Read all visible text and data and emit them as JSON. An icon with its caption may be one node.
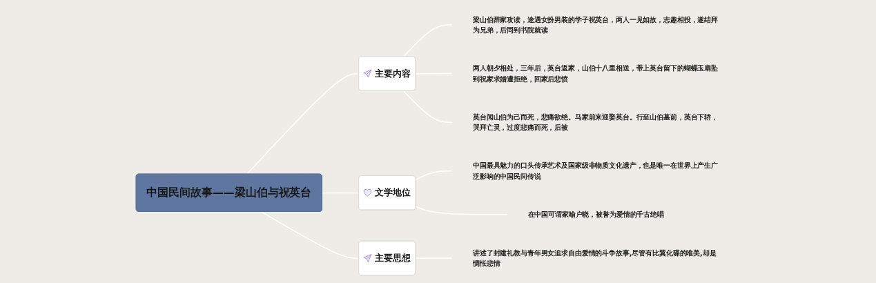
{
  "diagram": {
    "nodes": [
      {
        "text": [
          "中国民间故事——梁山伯与祝英台"
        ]
      },
      {
        "text": [
          "主要内容"
        ]
      },
      {
        "text": [
          "梁山伯辞家攻读，途遇女扮男装的学子祝英台，两人一见如故，志趣相投，遂结拜为兄弟，后同到书院就读"
        ]
      },
      {
        "text": [
          "两人朝夕相处，三年后，英台返家，山伯十八里相送，带上英台留下的蝴蝶玉扇坠到祝家求婚遭拒绝，回家后悲愤"
        ]
      },
      {
        "text": [
          "英台闻山伯为己而死，悲痛欲绝。马家前来迎娶英台。行至山伯墓前，英台下轿，哭拜亡灵，过度悲痛而死，后被"
        ]
      },
      {
        "text": [
          "文学地位"
        ]
      },
      {
        "text": [
          "中国最具魅力的口头传承艺术及国家级非物质文化遗产，也是唯一在世界上产生广泛影响的中国民间传说"
        ]
      },
      {
        "text": [
          "在中国可谓家喻户晓，被誉为爱情的千古绝唱"
        ]
      },
      {
        "text": [
          "主要思想"
        ]
      },
      {
        "text": [
          "讲述了封建礼教与青年男女追求自由爱情的斗争故事,尽管有比翼化碟的唯美,却是惆怅悲情"
        ]
      }
    ],
    "edges": [
      {
        "from": 0,
        "to": 1,
        "arrow": "none"
      },
      {
        "from": 1,
        "to": 2,
        "arrow": "none"
      },
      {
        "from": 1,
        "to": 3,
        "arrow": "none"
      },
      {
        "from": 1,
        "to": 4,
        "arrow": "none"
      },
      {
        "from": 0,
        "to": 5,
        "arrow": "none"
      },
      {
        "from": 5,
        "to": 6,
        "arrow": "none"
      },
      {
        "from": 5,
        "to": 7,
        "arrow": "none"
      },
      {
        "from": 0,
        "to": 8,
        "arrow": "none"
      },
      {
        "from": 8,
        "to": 9,
        "arrow": "none"
      }
    ]
  }
}
